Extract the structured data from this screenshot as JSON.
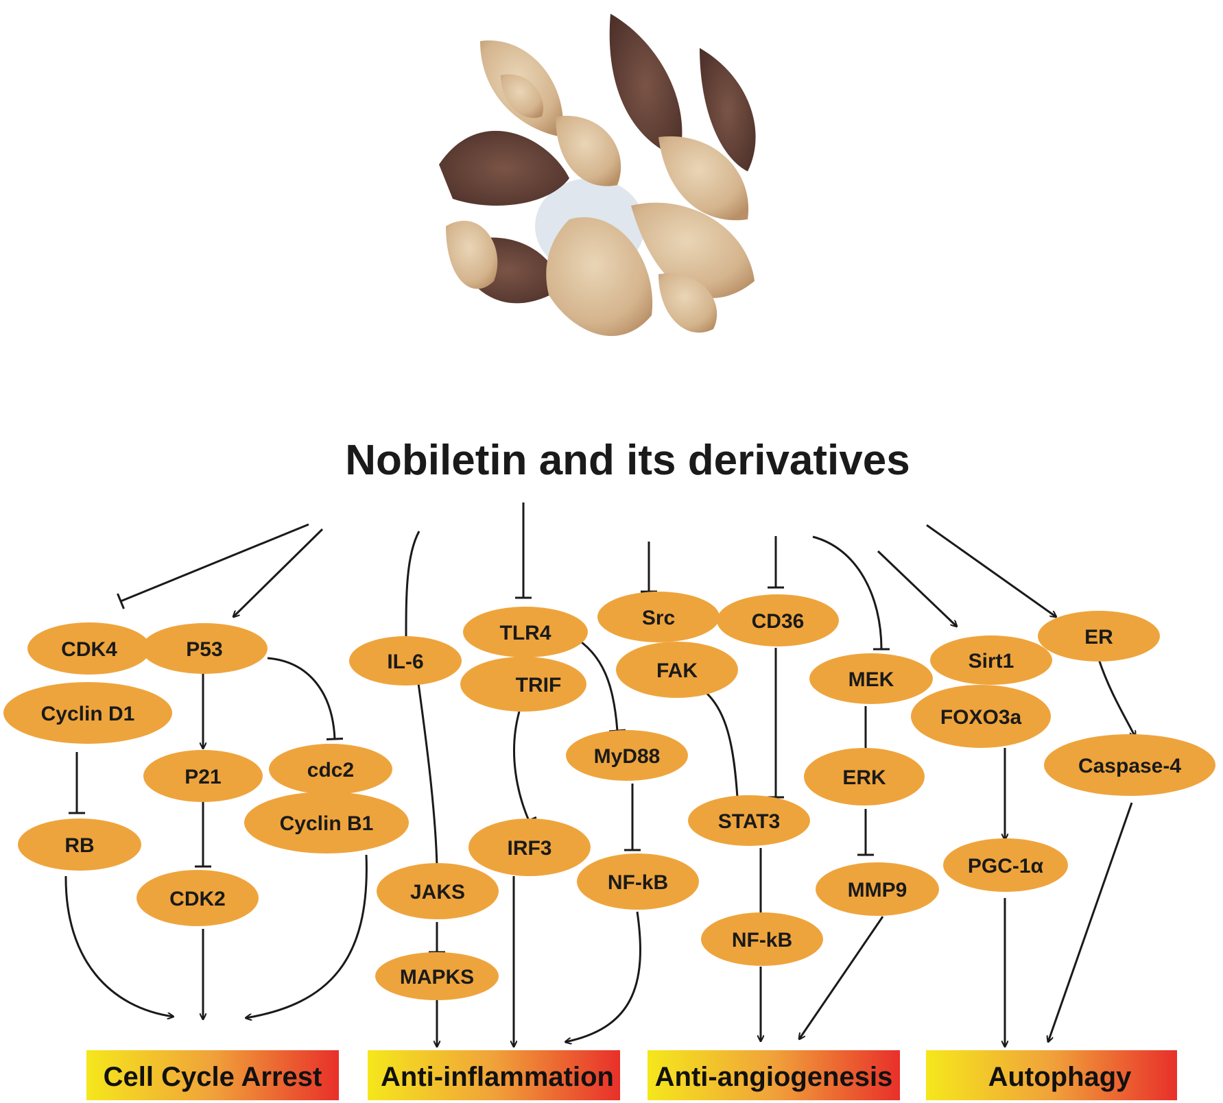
{
  "title": "Nobiletin and its derivatives",
  "colors": {
    "node_fill": "#EEA43C",
    "outcome_gradient_start": "#F5E71C",
    "outcome_gradient_mid": "#F0A23A",
    "outcome_gradient_end": "#E8302A",
    "edge": "#1a1a1a"
  },
  "image": {
    "subject": "dried citrus peel"
  },
  "nodes": {
    "cdk4": "CDK4",
    "p53": "P53",
    "cyclin_d1": "Cyclin D1",
    "p21": "P21",
    "cdc2": "cdc2",
    "cyclin_b1": "Cyclin B1",
    "rb": "RB",
    "cdk2": "CDK2",
    "il6": "IL-6",
    "tlr4": "TLR4",
    "trif": "TRIF",
    "myd88": "MyD88",
    "jaks": "JAKS",
    "mapks": "MAPKS",
    "irf3": "IRF3",
    "nfkb_inflam": "NF-kB",
    "src": "Src",
    "fak": "FAK",
    "cd36": "CD36",
    "stat3": "STAT3",
    "nfkb_angio": "NF-kB",
    "mek": "MEK",
    "erk": "ERK",
    "mmp9": "MMP9",
    "sirt1": "Sirt1",
    "foxo3a": "FOXO3a",
    "pgc1a": "PGC-1α",
    "er": "ER",
    "caspase4": "Caspase-4"
  },
  "outcomes": {
    "cell_cycle_arrest": "Cell Cycle Arrest",
    "anti_inflammation": "Anti-inflammation",
    "anti_angiogenesis": "Anti-angiogenesis",
    "autophagy": "Autophagy"
  }
}
